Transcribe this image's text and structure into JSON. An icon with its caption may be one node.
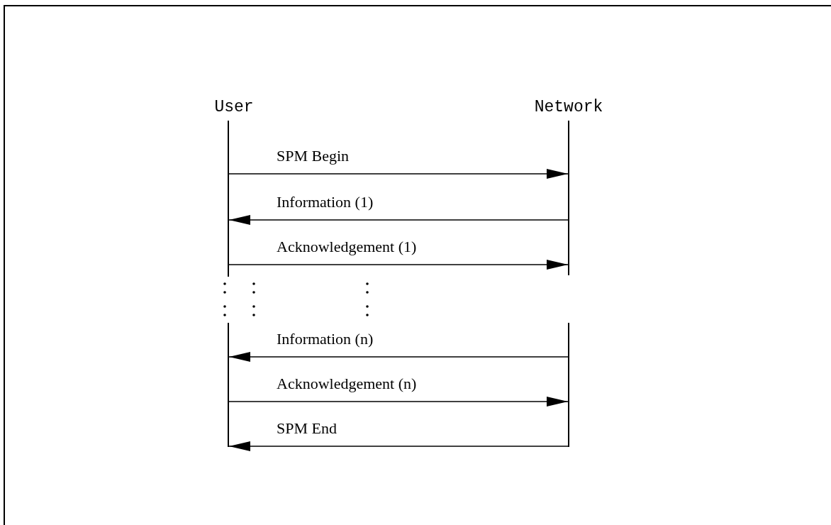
{
  "diagram": {
    "nodes": [
      {
        "text": [
          "User"
        ]
      },
      {
        "text": [
          "Network"
        ]
      },
      {
        "text": [],
        "shape": "bar"
      },
      {
        "text": [],
        "shape": "bar"
      },
      {
        "text": [],
        "shape": "bar"
      },
      {
        "text": [],
        "shape": "bar"
      }
    ],
    "edges": [
      {
        "from": 2,
        "to": 3,
        "arrow": "to",
        "label": "SPM Begin"
      },
      {
        "from": 3,
        "to": 2,
        "arrow": "to",
        "label": "Information (1)"
      },
      {
        "from": 2,
        "to": 3,
        "arrow": "to",
        "label": "Acknowledgement (1)"
      },
      {
        "from": 5,
        "to": 4,
        "arrow": "to",
        "label": "Information (n)"
      },
      {
        "from": 4,
        "to": 5,
        "arrow": "to",
        "label": "Acknowledgement (n)"
      },
      {
        "from": 5,
        "to": 4,
        "arrow": "to",
        "label": "SPM End"
      }
    ]
  }
}
